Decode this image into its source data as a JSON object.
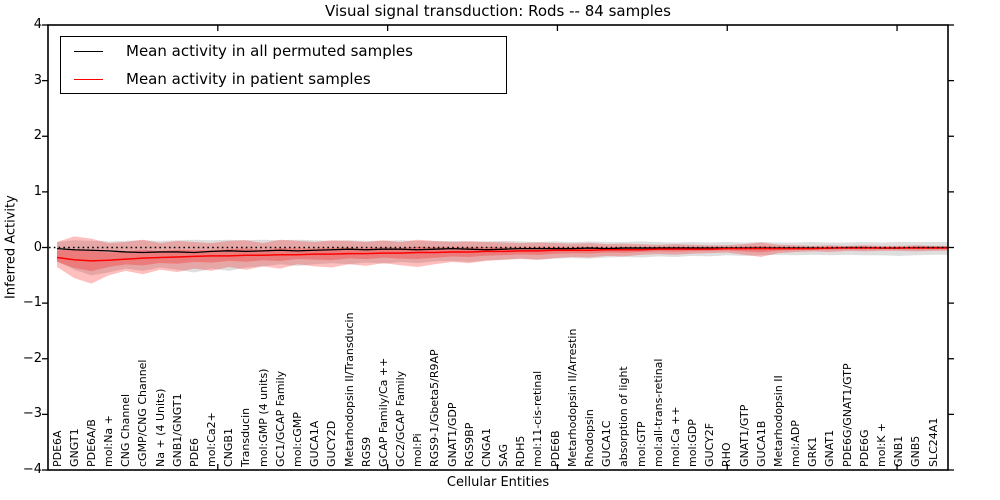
{
  "title": "Visual signal transduction: Rods -- 84 samples",
  "legend": {
    "items": [
      {
        "label": "Mean activity in all permuted samples",
        "color": "#000000"
      },
      {
        "label": "Mean activity in patient samples",
        "color": "#ff0000"
      }
    ]
  },
  "chart_data": {
    "type": "line",
    "title": "Visual signal transduction: Rods -- 84 samples",
    "xlabel": "Cellular Entities",
    "ylabel": "Inferred Activity",
    "ylim": [
      -4,
      4
    ],
    "yticks": [
      4,
      3,
      2,
      1,
      0,
      -1,
      -2,
      -3,
      -4
    ],
    "xticks": [
      10,
      20,
      30,
      40,
      50
    ],
    "xlim_hidden_axis": [
      0,
      53
    ],
    "grid": false,
    "legend_position": "upper left",
    "baseline": {
      "value": 0,
      "style": "dotted",
      "color": "#000000"
    },
    "categories": [
      "PDE6A",
      "GNGT1",
      "PDE6A/B",
      "mol:Na +",
      "CNG Channel",
      "cGMP/CNG Channel",
      "Na + (4 Units)",
      "GNB1/GNGT1",
      "PDE6",
      "mol:Ca2+",
      "CNGB1",
      "Transducin",
      "mol:GMP (4 units)",
      "GC1/GCAP Family",
      "mol:cGMP",
      "GUCA1A",
      "GUCY2D",
      "Metarhodopsin II/Transducin",
      "RGS9",
      "GCAP Family/Ca ++",
      "GC2/GCAP Family",
      "mol:Pi",
      "RGS9-1/Gbeta5/R9AP",
      "GNAT1/GDP",
      "RGS9BP",
      "CNGA1",
      "SAG",
      "RDH5",
      "mol:11-cis-retinal",
      "PDE6B",
      "Metarhodopsin II/Arrestin",
      "Rhodopsin",
      "GUCA1C",
      "absorption of light",
      "mol:GTP",
      "mol:all-trans-retinal",
      "mol:Ca ++",
      "mol:GDP",
      "GUCY2F",
      "RHO",
      "GNAT1/GTP",
      "GUCA1B",
      "Metarhodopsin II",
      "mol:ADP",
      "GRK1",
      "GNAT1",
      "PDE6G/GNAT1/GTP",
      "PDE6G",
      "mol:K +",
      "GNB1",
      "GNB5",
      "SLC24A1"
    ],
    "series": [
      {
        "name": "Mean activity in all permuted samples",
        "color": "#000000",
        "style": "solid",
        "values": [
          -0.02,
          -0.04,
          -0.05,
          -0.06,
          -0.08,
          -0.09,
          -0.08,
          -0.08,
          -0.09,
          -0.07,
          -0.06,
          -0.07,
          -0.06,
          -0.05,
          -0.06,
          -0.05,
          -0.04,
          -0.03,
          -0.04,
          -0.03,
          -0.03,
          -0.04,
          -0.03,
          -0.02,
          -0.03,
          -0.04,
          -0.03,
          -0.02,
          -0.02,
          -0.02,
          -0.02,
          -0.01,
          -0.02,
          -0.01,
          -0.01,
          -0.01,
          -0.01,
          -0.01,
          -0.01,
          -0.01,
          -0.01,
          -0.01,
          -0.01,
          -0.01,
          -0.01,
          -0.01,
          0.0,
          0.0,
          -0.01,
          -0.01,
          0.0,
          0.0
        ]
      },
      {
        "name": "Mean activity in patient samples",
        "color": "#ff0000",
        "style": "solid",
        "values": [
          -0.18,
          -0.22,
          -0.24,
          -0.23,
          -0.21,
          -0.19,
          -0.18,
          -0.17,
          -0.16,
          -0.15,
          -0.15,
          -0.14,
          -0.14,
          -0.13,
          -0.13,
          -0.12,
          -0.12,
          -0.11,
          -0.11,
          -0.1,
          -0.1,
          -0.09,
          -0.09,
          -0.08,
          -0.08,
          -0.07,
          -0.07,
          -0.06,
          -0.06,
          -0.05,
          -0.05,
          -0.05,
          -0.04,
          -0.04,
          -0.04,
          -0.03,
          -0.03,
          -0.03,
          -0.03,
          -0.02,
          -0.02,
          -0.02,
          -0.02,
          -0.02,
          -0.02,
          -0.01,
          -0.01,
          -0.01,
          -0.01,
          -0.01,
          -0.01,
          -0.01
        ]
      }
    ],
    "bands": [
      {
        "name": "permuted-samples-range",
        "color": "#999999",
        "opacity": 0.32,
        "upper": [
          0.1,
          0.13,
          0.12,
          0.11,
          0.12,
          0.13,
          0.12,
          0.13,
          0.14,
          0.13,
          0.14,
          0.13,
          0.14,
          0.13,
          0.14,
          0.13,
          0.12,
          0.13,
          0.12,
          0.12,
          0.13,
          0.12,
          0.11,
          0.12,
          0.11,
          0.11,
          0.12,
          0.11,
          0.1,
          0.11,
          0.1,
          0.11,
          0.1,
          0.1,
          0.11,
          0.1,
          0.09,
          0.1,
          0.09,
          0.1,
          0.09,
          0.1,
          0.09,
          0.09,
          0.1,
          0.09,
          0.09,
          0.1,
          0.09,
          0.1,
          0.1,
          0.1
        ],
        "lower": [
          -0.25,
          -0.4,
          -0.5,
          -0.45,
          -0.38,
          -0.42,
          -0.36,
          -0.4,
          -0.45,
          -0.38,
          -0.42,
          -0.36,
          -0.34,
          -0.3,
          -0.33,
          -0.3,
          -0.28,
          -0.3,
          -0.27,
          -0.29,
          -0.26,
          -0.28,
          -0.25,
          -0.24,
          -0.26,
          -0.23,
          -0.22,
          -0.21,
          -0.22,
          -0.2,
          -0.19,
          -0.2,
          -0.18,
          -0.17,
          -0.18,
          -0.16,
          -0.17,
          -0.15,
          -0.16,
          -0.14,
          -0.15,
          -0.14,
          -0.13,
          -0.14,
          -0.13,
          -0.14,
          -0.13,
          -0.14,
          -0.14,
          -0.15,
          -0.14,
          -0.13
        ]
      },
      {
        "name": "patient-samples-range",
        "color": "#ff0000",
        "opacity": 0.25,
        "inner_scale": 0.45,
        "upper": [
          0.1,
          0.2,
          0.16,
          0.08,
          0.1,
          0.14,
          0.08,
          0.12,
          0.1,
          0.08,
          0.12,
          0.13,
          0.08,
          0.14,
          0.12,
          0.1,
          0.13,
          0.12,
          0.1,
          0.13,
          0.1,
          0.14,
          0.12,
          0.1,
          0.11,
          0.1,
          0.09,
          0.08,
          0.09,
          0.08,
          0.07,
          0.08,
          0.06,
          0.07,
          0.06,
          0.05,
          0.06,
          0.05,
          0.04,
          0.04,
          0.06,
          0.09,
          0.05,
          0.04,
          0.03,
          0.04,
          0.03,
          0.04,
          0.03,
          0.03,
          0.04,
          0.03
        ],
        "lower": [
          -0.35,
          -0.55,
          -0.65,
          -0.5,
          -0.42,
          -0.48,
          -0.4,
          -0.44,
          -0.38,
          -0.42,
          -0.35,
          -0.4,
          -0.34,
          -0.38,
          -0.3,
          -0.34,
          -0.36,
          -0.3,
          -0.33,
          -0.28,
          -0.32,
          -0.35,
          -0.3,
          -0.26,
          -0.28,
          -0.24,
          -0.22,
          -0.2,
          -0.22,
          -0.19,
          -0.17,
          -0.18,
          -0.15,
          -0.16,
          -0.13,
          -0.12,
          -0.13,
          -0.11,
          -0.1,
          -0.09,
          -0.13,
          -0.17,
          -0.1,
          -0.08,
          -0.07,
          -0.08,
          -0.06,
          -0.07,
          -0.06,
          -0.06,
          -0.07,
          -0.06
        ]
      }
    ]
  }
}
